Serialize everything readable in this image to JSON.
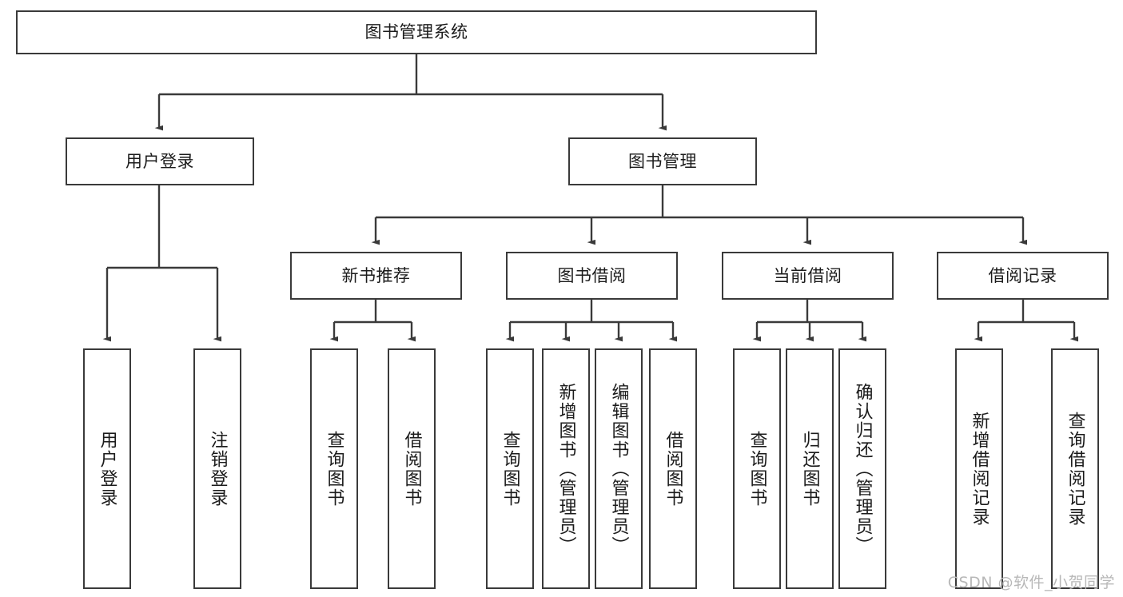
{
  "diagram": {
    "title": "图书管理系统",
    "root": {
      "id": "root",
      "label": "图书管理系统"
    },
    "level1": [
      {
        "id": "user-login",
        "label": "用户登录"
      },
      {
        "id": "book-management",
        "label": "图书管理"
      }
    ],
    "level2": [
      {
        "id": "new-book-recommend",
        "label": "新书推荐"
      },
      {
        "id": "book-borrow",
        "label": "图书借阅"
      },
      {
        "id": "current-borrow",
        "label": "当前借阅"
      },
      {
        "id": "borrow-record",
        "label": "借阅记录"
      }
    ],
    "leaves": {
      "user_login": [
        {
          "id": "leaf-user-login",
          "label": "用户登录"
        },
        {
          "id": "leaf-logout-login",
          "label": "注销登录"
        }
      ],
      "new_book_recommend": [
        {
          "id": "leaf-query-book-1",
          "label": "查询图书"
        },
        {
          "id": "leaf-borrow-book-1",
          "label": "借阅图书"
        }
      ],
      "book_borrow": [
        {
          "id": "leaf-query-book-2",
          "label": "查询图书"
        },
        {
          "id": "leaf-add-book",
          "label": "新增图书（管理员）"
        },
        {
          "id": "leaf-edit-book",
          "label": "编辑图书（管理员）"
        },
        {
          "id": "leaf-borrow-book-2",
          "label": "借阅图书"
        }
      ],
      "current_borrow": [
        {
          "id": "leaf-query-book-3",
          "label": "查询图书"
        },
        {
          "id": "leaf-return-book",
          "label": "归还图书"
        },
        {
          "id": "leaf-confirm-return",
          "label": "确认归还（管理员）"
        }
      ],
      "borrow_record": [
        {
          "id": "leaf-add-record",
          "label": "新增借阅记录"
        },
        {
          "id": "leaf-query-record",
          "label": "查询借阅记录"
        }
      ]
    },
    "colors": {
      "stroke": "#3a3a3a",
      "text": "#1b1b1b",
      "background": "#ffffff",
      "watermark": "#b8b8b8"
    }
  },
  "watermark": {
    "text": "CSDN @软件_小贺同学"
  }
}
